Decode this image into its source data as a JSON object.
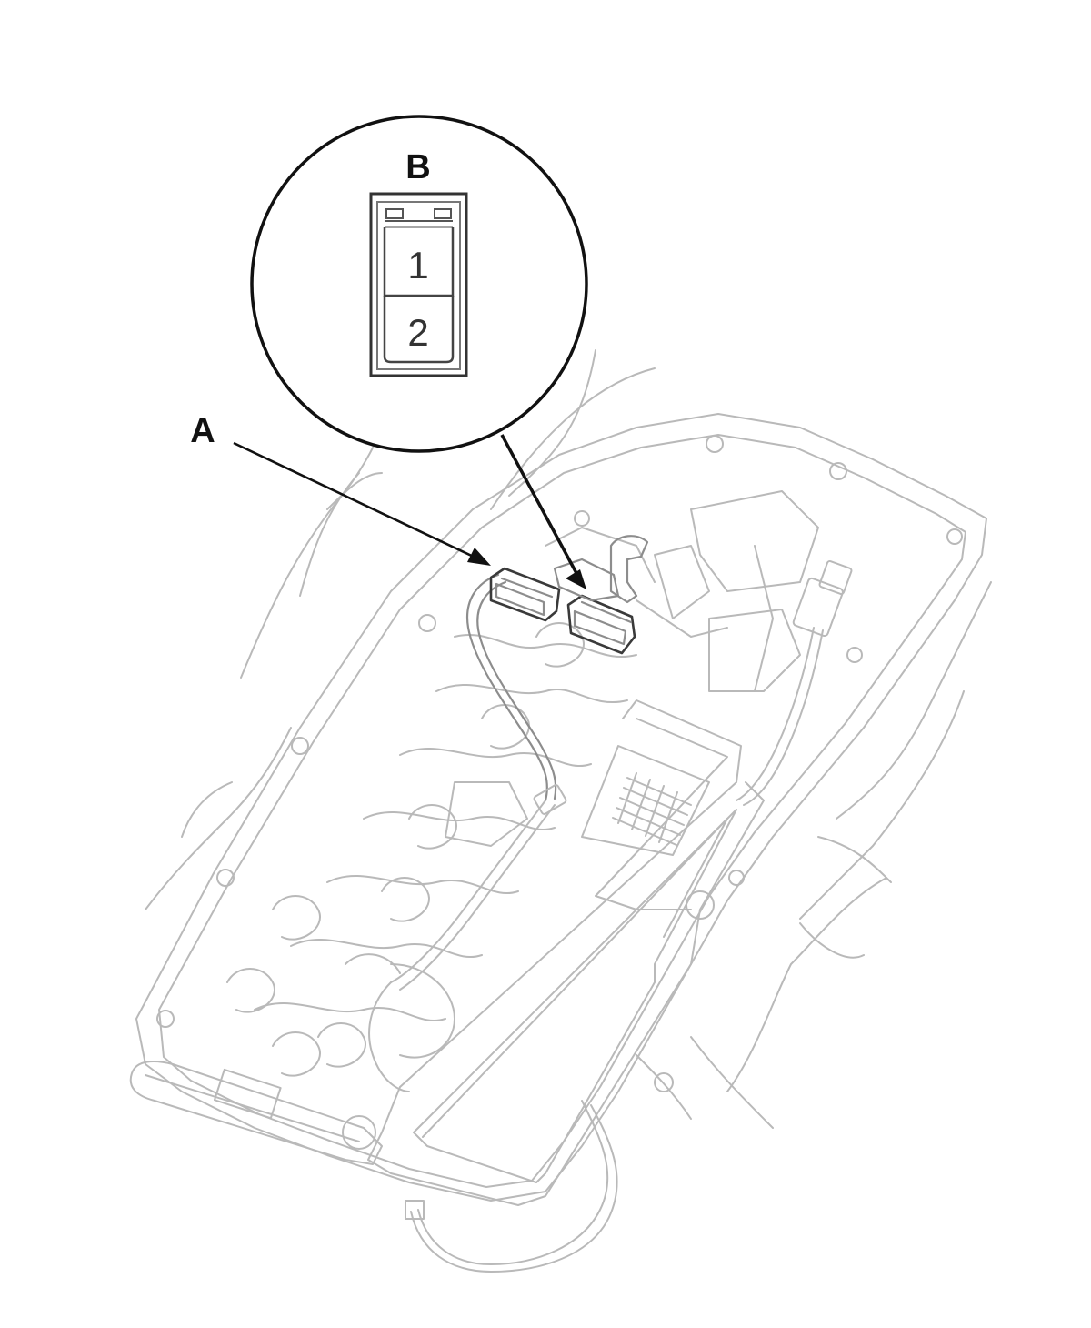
{
  "callouts": {
    "a": "A",
    "b": "B"
  },
  "connector_terminals": [
    "1",
    "2"
  ],
  "colors": {
    "line_art": "#b9b9b9",
    "callout_ink": "#111111"
  }
}
